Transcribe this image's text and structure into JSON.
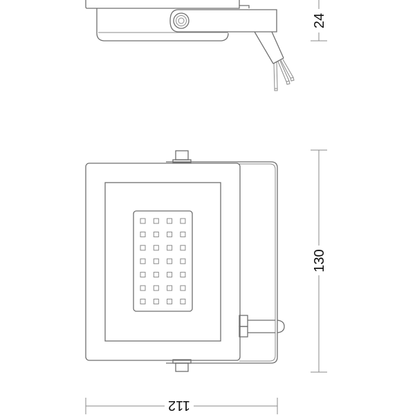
{
  "drawing": {
    "line_color": "#6e6e6e",
    "dimension_color": "#8a8a8a",
    "text_color": "#111111"
  },
  "side_view": {
    "dimension_height": "24"
  },
  "front_view": {
    "dimension_height": "130",
    "dimension_width": "112",
    "led_grid": {
      "columns": 4,
      "rows": 7
    }
  }
}
